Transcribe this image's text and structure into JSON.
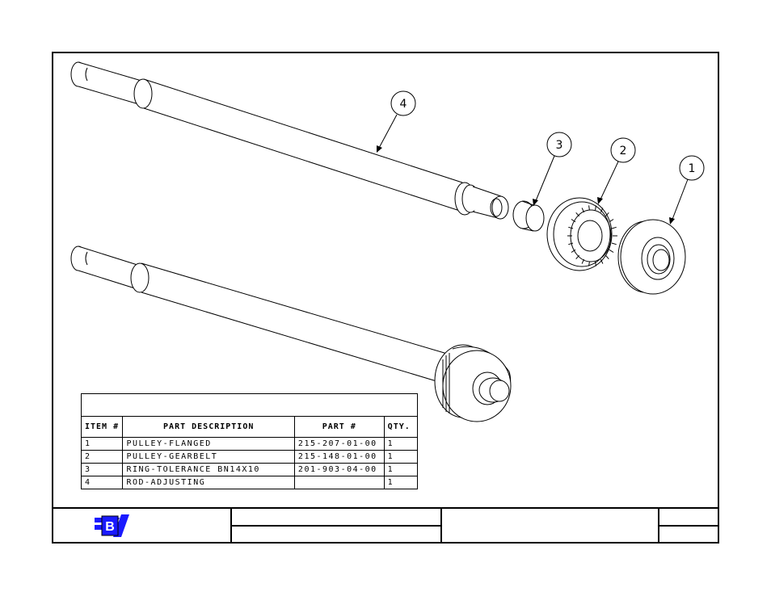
{
  "balloons": [
    {
      "label": "4"
    },
    {
      "label": "3"
    },
    {
      "label": "2"
    },
    {
      "label": "1"
    }
  ],
  "bom": {
    "title": "",
    "headers": [
      "ITEM #",
      "PART DESCRIPTION",
      "PART #",
      "QTY."
    ],
    "rows": [
      {
        "item": "1",
        "description": "PULLEY-FLANGED",
        "part": "215-207-01-00",
        "qty": "1"
      },
      {
        "item": "2",
        "description": "PULLEY-GEARBELT",
        "part": "215-148-01-00",
        "qty": "1"
      },
      {
        "item": "3",
        "description": "RING-TOLERANCE BN14X10",
        "part": "201-903-04-00",
        "qty": "1"
      },
      {
        "item": "4",
        "description": "ROD-ADJUSTING",
        "part": "",
        "qty": "1"
      }
    ]
  },
  "title_block": {
    "logo_letter": "B",
    "logo_color": "#1a1aff"
  }
}
